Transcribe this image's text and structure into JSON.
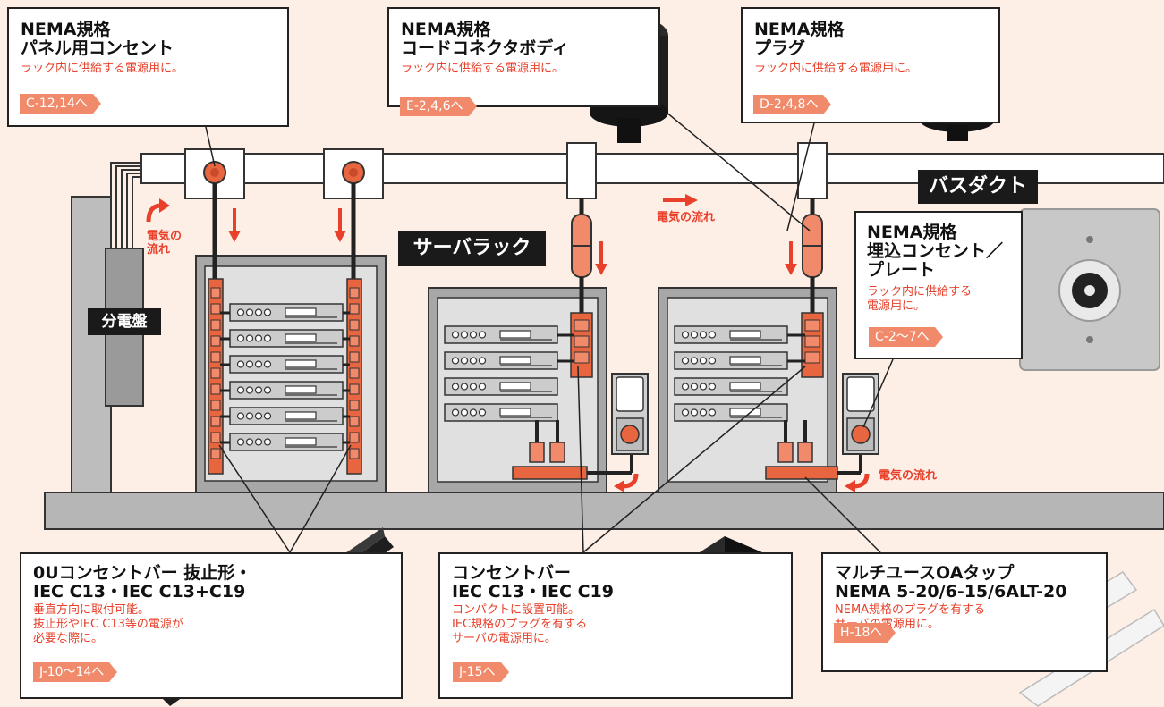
{
  "labels": {
    "busduct": "バスダクト",
    "server_rack": "サーバラック",
    "panelboard": "分電盤",
    "flow_left": "電気の流れ",
    "flow_mid": "電気の流れ",
    "flow_bottom": "電気の流れ"
  },
  "callouts": {
    "panel": {
      "title_l1": "NEMA規格",
      "title_l2": "パネル用コンセント",
      "desc_l1": "ラック内に供給する電源用に。",
      "page": "C-12,14へ"
    },
    "cord": {
      "title_l1": "NEMA規格",
      "title_l2": "コードコネクタボディ",
      "desc_l1": "ラック内に供給する電源用に。",
      "page": "E-2,4,6へ"
    },
    "plug": {
      "title_l1": "NEMA規格",
      "title_l2": "プラグ",
      "desc_l1": "ラック内に供給する電源用に。",
      "page": "D-2,4,8へ"
    },
    "flush": {
      "title_l1": "NEMA規格",
      "title_l2": "埋込コンセント／",
      "title_l3": "プレート",
      "desc_l1": "ラック内に供給する",
      "desc_l2": "電源用に。",
      "page": "C-2〜7へ"
    },
    "zero_u": {
      "title_l1": "0Uコンセントバー 抜止形・",
      "title_l2": "IEC C13・IEC C13+C19",
      "desc_l1": "垂直方向に取付可能。",
      "desc_l2": "抜止形やIEC C13等の電源が",
      "desc_l3": "必要な際に。",
      "page": "J-10〜14へ"
    },
    "bar": {
      "title_l1": "コンセントバー",
      "title_l2": "IEC C13・IEC C19",
      "desc_l1": "コンパクトに設置可能。",
      "desc_l2": "IEC規格のプラグを有する",
      "desc_l3": "サーバの電源用に。",
      "page": "J-15へ"
    },
    "multi": {
      "title_l1": "マルチユースOAタップ",
      "title_l2": "NEMA 5-20/6-15/6ALT-20",
      "desc_l1": "NEMA規格のプラグを有する",
      "desc_l2": "サーバの電源用に。",
      "page": "H-18へ"
    }
  },
  "colors": {
    "background": "#fdeee6",
    "accent": "#e8402a",
    "tag": "#f08a6b",
    "dark": "#1a1a1a"
  }
}
